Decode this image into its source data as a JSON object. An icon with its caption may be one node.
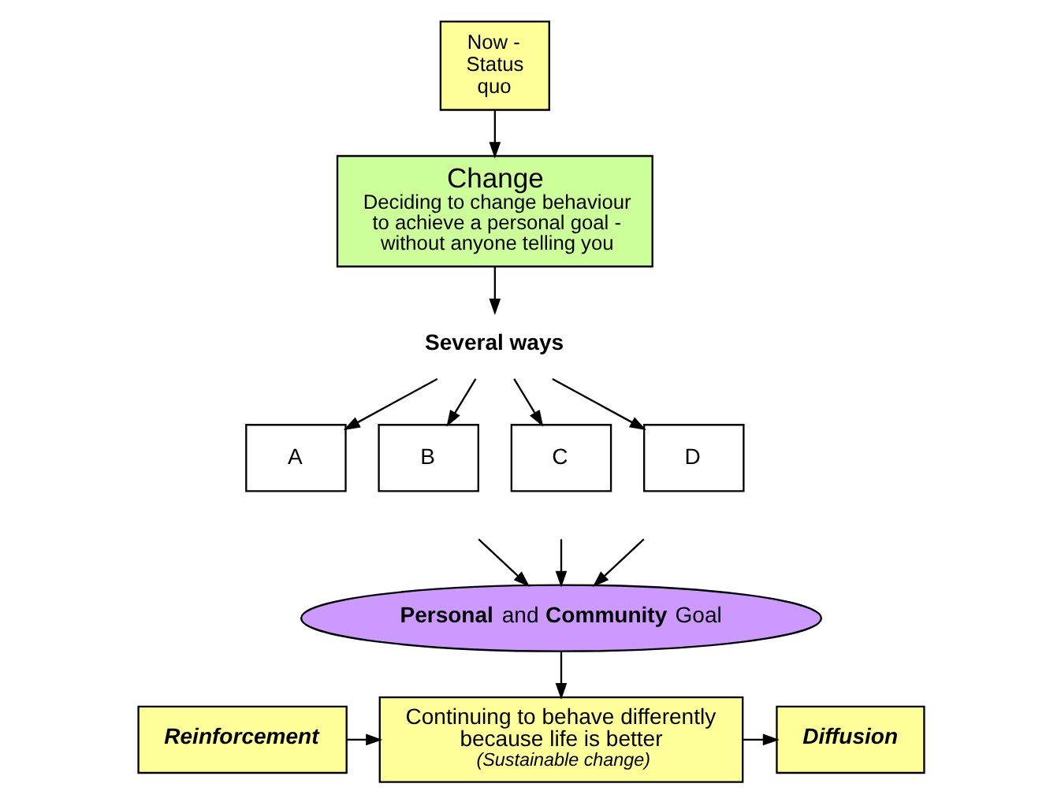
{
  "diagram": {
    "nodes": [
      {
        "text": [
          "Now - Status quo"
        ]
      },
      {
        "text": [
          "Change",
          "Deciding to change behaviour to achieve a personal goal - without anyone telling you"
        ]
      },
      {
        "text": [
          "Several ways"
        ]
      },
      {
        "text": [
          "A"
        ]
      },
      {
        "text": [
          "B"
        ]
      },
      {
        "text": [
          "C"
        ]
      },
      {
        "text": [
          "D"
        ]
      },
      {
        "text": [
          "**Personal** and **Community** Goal"
        ]
      },
      {
        "text": [
          "Continuing to behave differently because life is better",
          "(Sustainable change)"
        ]
      },
      {
        "text": [
          "Reinforcement"
        ]
      },
      {
        "text": [
          "Diffusion"
        ]
      }
    ],
    "edges": [
      {
        "from": 0,
        "to": 1,
        "arrow": "to"
      },
      {
        "from": 1,
        "to": 2,
        "arrow": "to"
      },
      {
        "from": 2,
        "to": 3,
        "arrow": "to"
      },
      {
        "from": 2,
        "to": 4,
        "arrow": "to"
      },
      {
        "from": 2,
        "to": 5,
        "arrow": "to"
      },
      {
        "from": 2,
        "to": 6,
        "arrow": "to"
      },
      {
        "from": null,
        "to": 7,
        "arrow": "to"
      },
      {
        "from": null,
        "to": 7,
        "arrow": "to"
      },
      {
        "from": null,
        "to": 7,
        "arrow": "to"
      },
      {
        "from": 7,
        "to": 8,
        "arrow": "to"
      },
      {
        "from": 9,
        "to": 8,
        "arrow": "to"
      },
      {
        "from": 8,
        "to": 10,
        "arrow": "to"
      }
    ]
  }
}
